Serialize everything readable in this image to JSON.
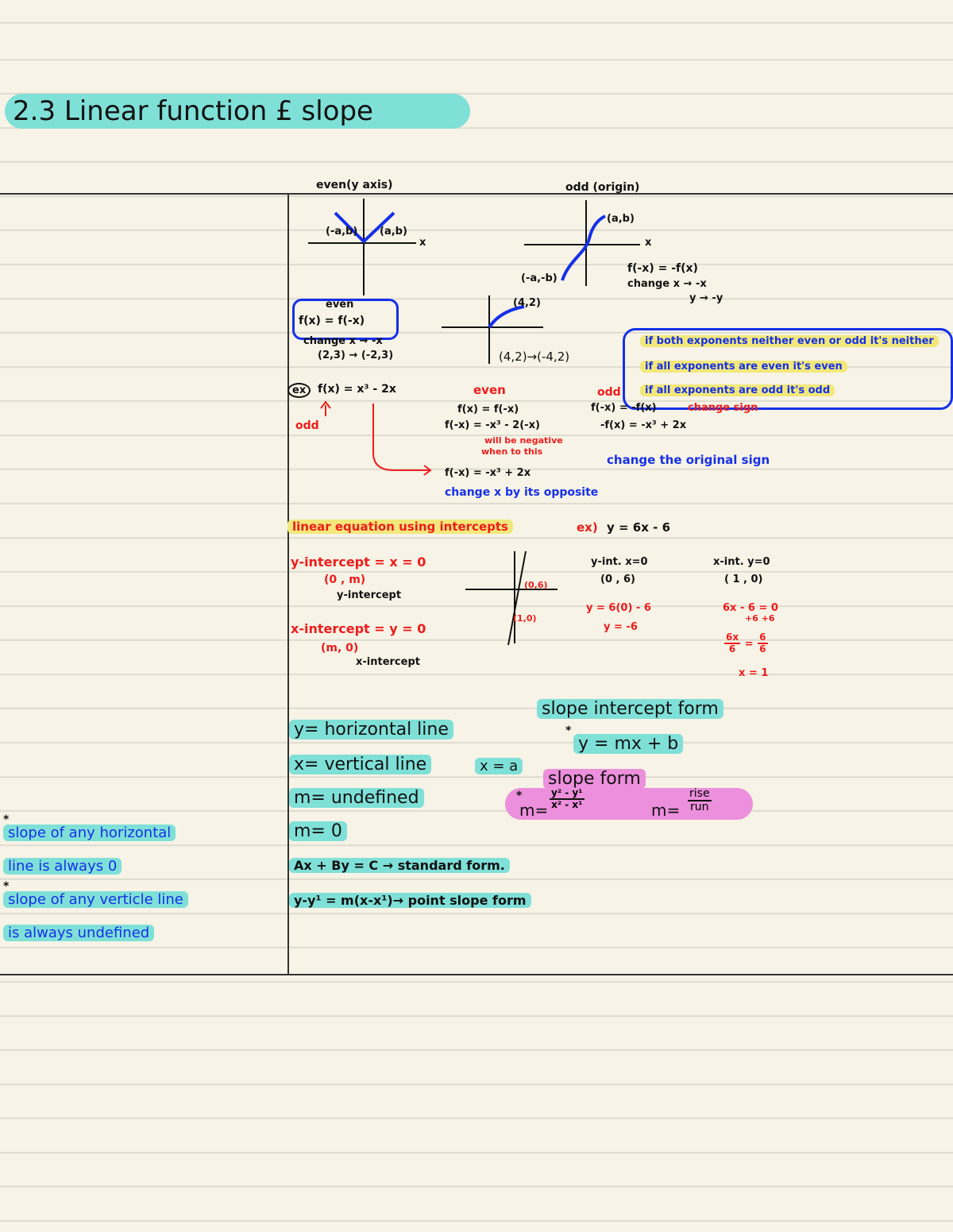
{
  "title": "2.3 Linear function £ slope",
  "graphs": {
    "even_label": "even(y axis)",
    "even_pt_left": "(-a,b)",
    "even_pt_right": "(a,b)",
    "even_x_axis": "x",
    "odd_label": "odd (origin)",
    "odd_pt_top": "(a,b)",
    "odd_pt_bottom": "(-a,-b)",
    "odd_x_axis": "x",
    "odd_rule": "f(-x) = -f(x)",
    "odd_change_line1": "change  x → -x",
    "odd_change_line2": "y → -y",
    "even_box_line1": "even",
    "even_box_line2": "f(x) = f(-x)",
    "even_change_line1": "change  x → -x",
    "even_change_line2": "(2,3) → (-2,3)",
    "mid_pt": "(4,2)",
    "mid_map": "(4,2)→(-4,2)"
  },
  "rules_box": {
    "line1": "if both exponents neither even or odd it's neither",
    "line2": "if all exponents are even it's even",
    "line3": "if all exponents are odd it's odd"
  },
  "example": {
    "label": "ex",
    "func": "f(x) = x³ - 2x",
    "odd_note": "odd",
    "even_head": "even",
    "even_l1": "f(x) = f(-x)",
    "even_l2": "f(-x) = -x³ - 2(-x)",
    "red_note1": "will be negative",
    "red_note2": "when to this",
    "even_l3": "f(-x) = -x³ + 2x",
    "blue_note": "change x by its opposite",
    "odd_head": "odd",
    "odd_l1": "f(-x) = -f(x)",
    "odd_change_sign": "change sign",
    "odd_l2": "-f(x) = -x³ + 2x",
    "change_original": "change the original sign"
  },
  "intercepts": {
    "heading": "linear equation using intercepts",
    "ex_label": "ex)",
    "ex_eq": "y = 6x - 6",
    "y_int_def": "y-intercept = x = 0",
    "y_int_pt": "(0 , m)",
    "y_int_sub": "y-intercept",
    "x_int_def": "x-intercept = y = 0",
    "x_int_pt": "(m, 0)",
    "x_int_sub": "x-intercept",
    "graph_pt_a": "(0,6)",
    "graph_pt_b": "(1,0)",
    "y_int_head": "y-int. x=0",
    "y_int_coord": "(0 , 6)",
    "y_int_work1": "y = 6(0) - 6",
    "y_int_work2": "y = -6",
    "x_int_head": "x-int. y=0",
    "x_int_coord": "( 1 , 0)",
    "x_int_work1": "6x - 6 = 0",
    "x_int_work1b": "+6 +6",
    "x_frac_num1": "6x",
    "x_frac_den1": "6",
    "x_frac_num2": "6",
    "x_frac_den2": "6",
    "x_result": "x = 1"
  },
  "forms": {
    "slope_intercept_head": "slope intercept form",
    "slope_intercept_eq": "y = mx + b",
    "horizontal": "y= horizontal line",
    "vertical": "x= vertical line",
    "vertical_eq": "x = a",
    "m_undefined": "m= undefined",
    "m_zero": "m= 0",
    "slope_form_head": "slope form",
    "slope_num": "y² - y¹",
    "slope_den": "x² - x¹",
    "m_prefix": "m=",
    "rise": "rise",
    "run": "run",
    "m_prefix2": "m=",
    "star": "*",
    "standard": "Ax + By = C → standard form.",
    "point_slope": "y-y¹ = m(x-x¹)→ point slope form"
  },
  "side_notes": {
    "line1": "slope of any horizontal",
    "line2": "line is always 0",
    "line3": "slope of any verticle line",
    "line4": "is always undefined"
  },
  "colors": {
    "teal": "#7fe0d8",
    "yellow": "#f2e87a",
    "pink": "#ec8fdc",
    "red": "#ee1c1c",
    "blue": "#1530e8",
    "paper": "#f7f3e6"
  }
}
